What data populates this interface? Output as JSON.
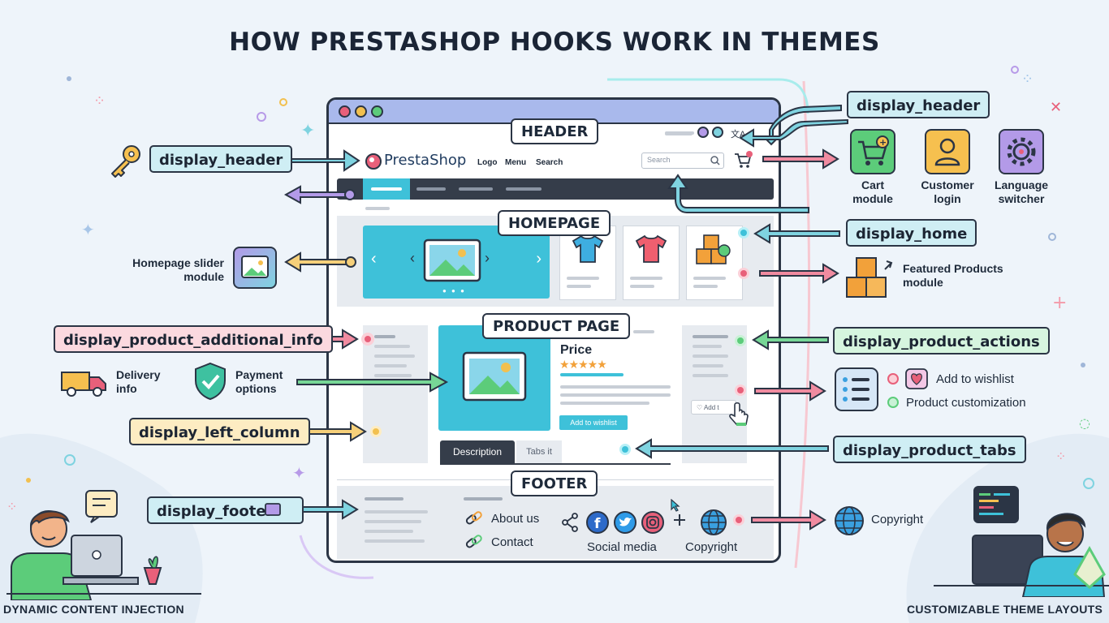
{
  "title": "HOW PRESTASHOP HOOKS WORK IN THEMES",
  "sections": {
    "header": "HEADER",
    "homepage": "HOMEPAGE",
    "product_page": "PRODUCT PAGE",
    "footer": "FOOTER"
  },
  "hooks": {
    "display_header_left": "display_header",
    "display_header_right": "display_header",
    "display_home": "display_home",
    "display_product_additional_info": "display_product_additional_info",
    "display_product_actions": "display_product_actions",
    "display_left_column": "display_left_column",
    "display_product_tabs": "display_product_tabs",
    "display_footer": "display_footer"
  },
  "site": {
    "logo": "PrestaShop",
    "nav": [
      "Logo",
      "Menu",
      "Search"
    ],
    "search_placeholder": "Search",
    "product_price": "Price",
    "add_to_wishlist": "Add to wishlist",
    "add_to_partial": "Add t",
    "tabs": [
      "Description",
      "Tabs it"
    ]
  },
  "modules": {
    "cart": "Cart module",
    "customer": "Customer login",
    "language": "Language switcher",
    "slider": "Homepage slider module",
    "featured": "Featured Products module",
    "delivery": "Delivery info",
    "payment": "Payment options",
    "wishlist": "Add to wishlist",
    "customization": "Product customization",
    "copyright_right": "Copyright"
  },
  "footer": {
    "about": "About us",
    "contact": "Contact",
    "social": "Social media",
    "copyright": "Copyright"
  },
  "captions": {
    "left": "DYNAMIC CONTENT INJECTION",
    "right": "CUSTOMIZABLE THEME LAYOUTS"
  },
  "colors": {
    "blue": "#cfeef4",
    "green": "#d6f5df",
    "pink": "#fbd9df",
    "yellow": "#fdecc2",
    "accent": "#3ec1d9",
    "arrow_pink": "#e8607a",
    "arrow_green": "#5ccc7a",
    "arrow_yellow": "#f2c04f",
    "arrow_purple": "#9d84e0"
  },
  "icons": [
    "key-icon",
    "cart-icon",
    "user-icon",
    "gear-icon",
    "image-icon",
    "boxes-icon",
    "truck-icon",
    "shield-check-icon",
    "list-icon",
    "heart-icon",
    "link-icon",
    "share-icon",
    "facebook-icon",
    "twitter-icon",
    "instagram-icon",
    "globe-icon",
    "laptop-icon",
    "chat-icon",
    "plant-icon",
    "code-window-icon",
    "cursor-icon"
  ]
}
